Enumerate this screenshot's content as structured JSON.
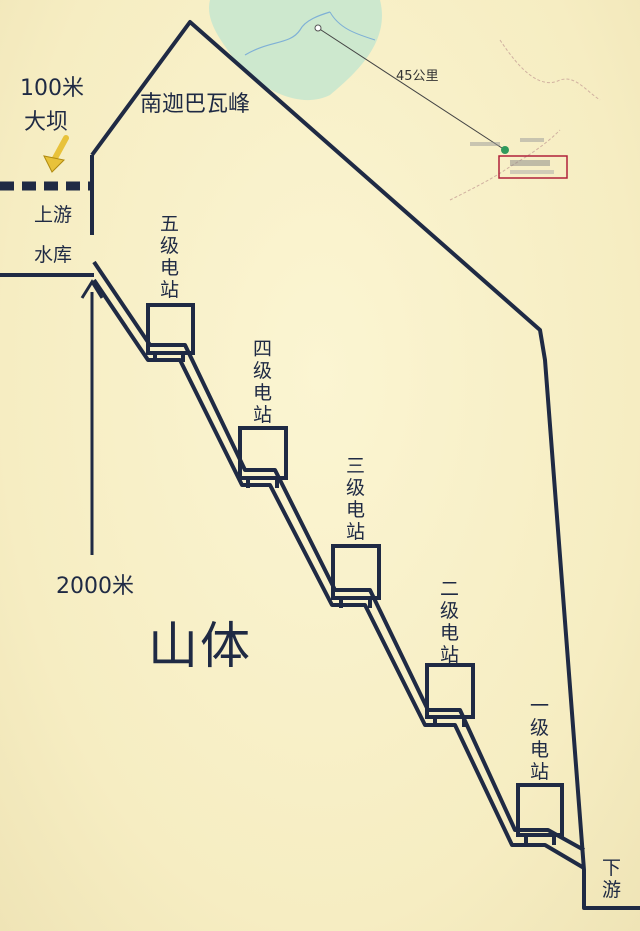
{
  "labels": {
    "peak": "南迦巴瓦峰",
    "dam_height": "100米",
    "dam": "大坝",
    "upstream_line1": "上游",
    "upstream_line2": "水库",
    "drop_height": "2000米",
    "mountain": "山体",
    "downstream_line1": "下",
    "downstream_line2": "游"
  },
  "map_inset": {
    "distance": "45公里"
  },
  "stations": [
    {
      "name": "五级电站",
      "chars": [
        "五",
        "级",
        "电",
        "站"
      ]
    },
    {
      "name": "四级电站",
      "chars": [
        "四",
        "级",
        "电",
        "站"
      ]
    },
    {
      "name": "三级电站",
      "chars": [
        "三",
        "级",
        "电",
        "站"
      ]
    },
    {
      "name": "二级电站",
      "chars": [
        "二",
        "级",
        "电",
        "站"
      ]
    },
    {
      "name": "一级电站",
      "chars": [
        "一",
        "级",
        "电",
        "站"
      ]
    }
  ],
  "colors": {
    "line": "#1f2a44",
    "background": "#f8f0c8",
    "arrow": "#e8c23a",
    "map_green": "#bfe3c8",
    "highlight_box": "#b0203a"
  }
}
